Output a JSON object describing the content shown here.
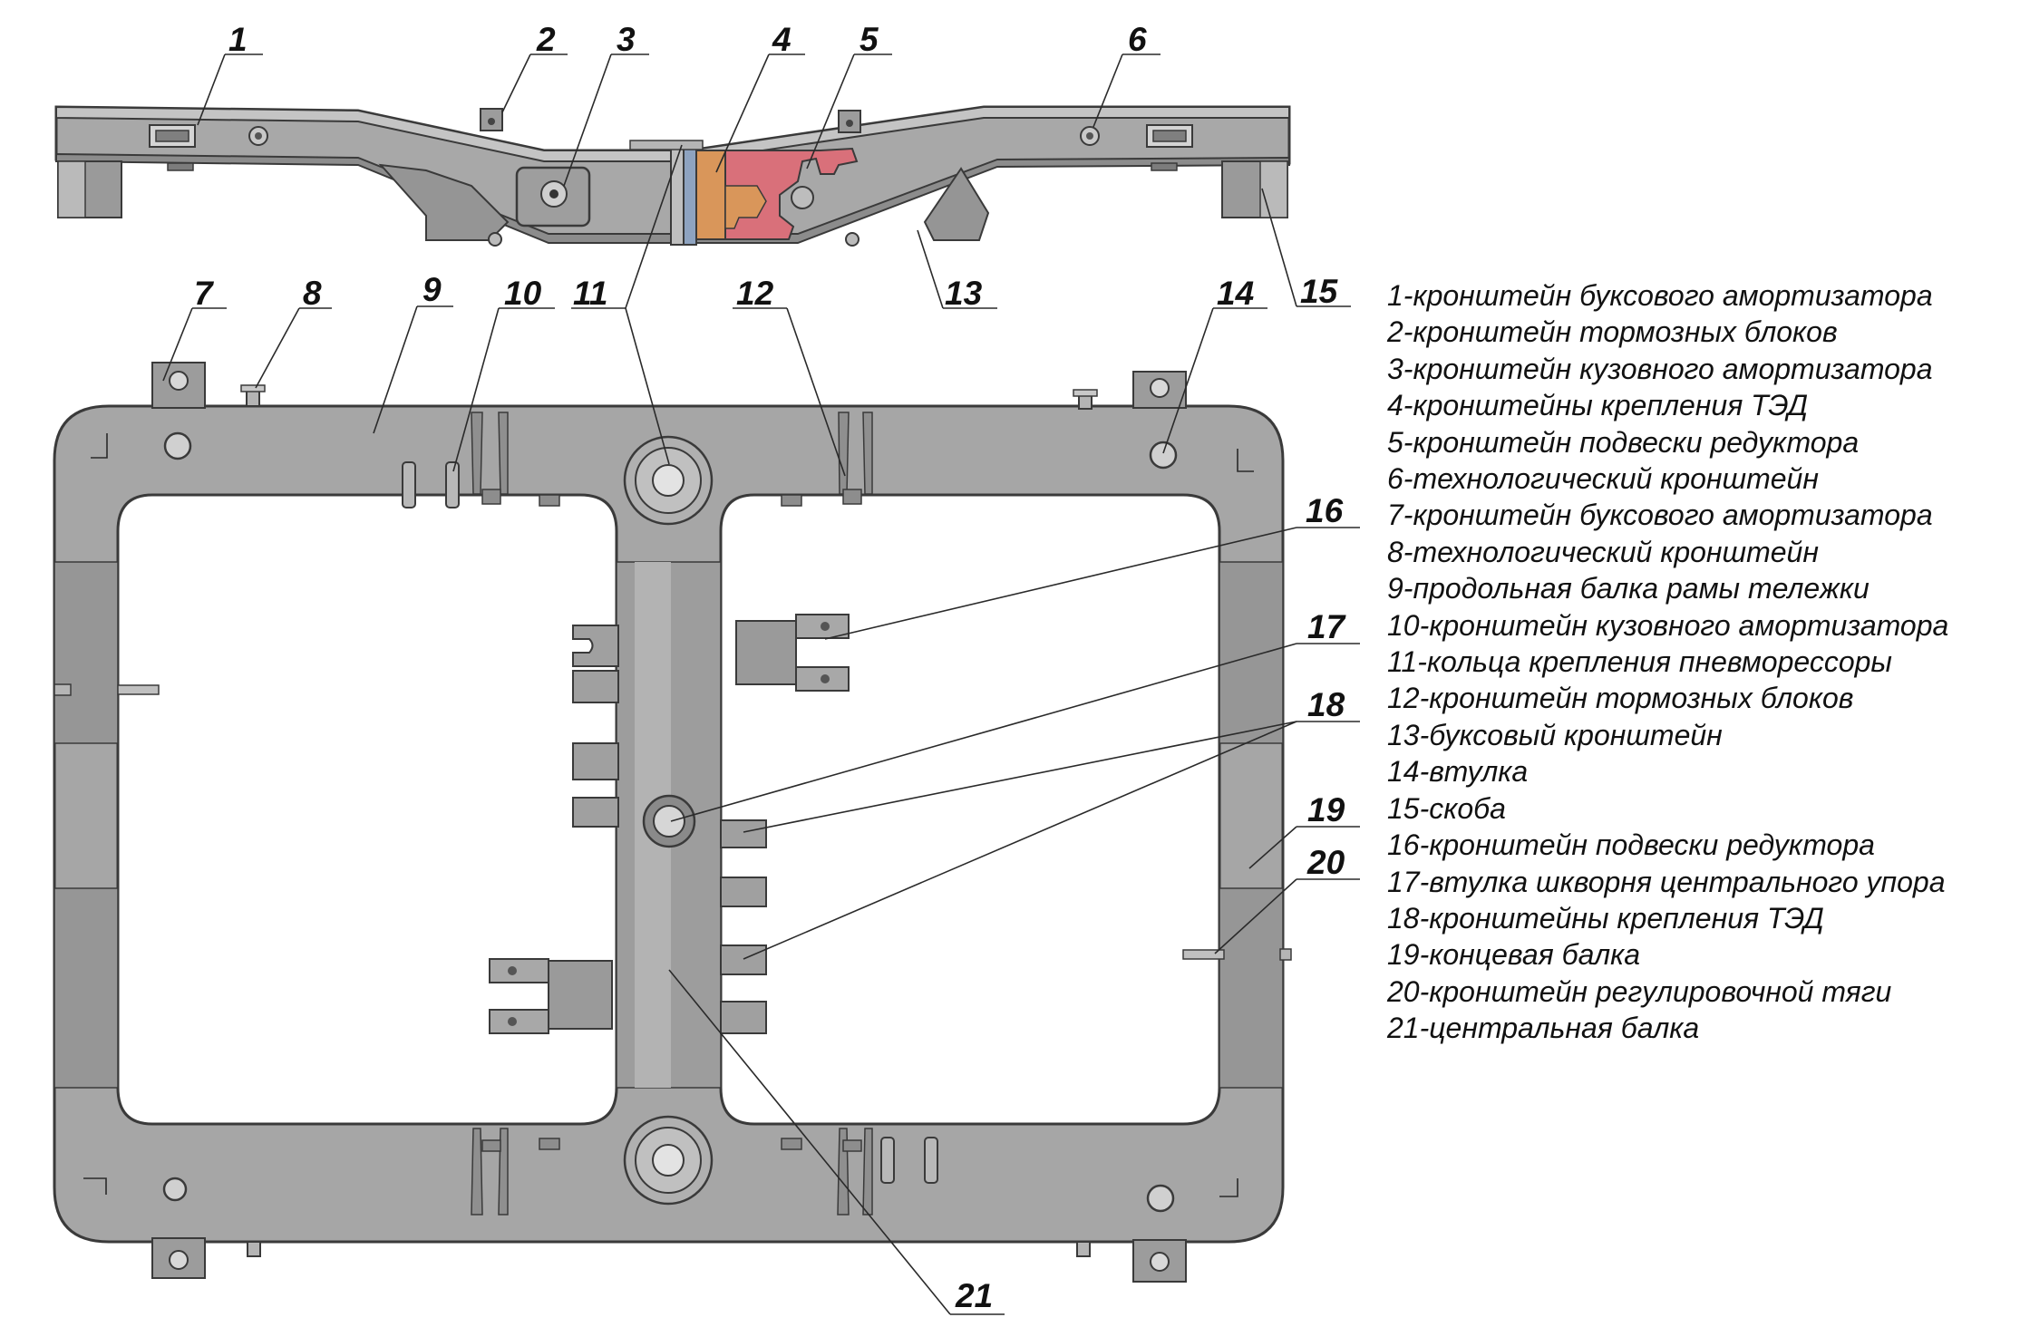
{
  "colors": {
    "frame": "#a6a6a6",
    "frame_light": "#bdbdbd",
    "frame_dark": "#8a8a8a",
    "outline": "#3a3a3a",
    "section_red": "#d9707a",
    "section_orange": "#d9965a"
  },
  "callouts": [
    "1",
    "2",
    "3",
    "4",
    "5",
    "6",
    "7",
    "8",
    "9",
    "10",
    "11",
    "12",
    "13",
    "14",
    "15",
    "16",
    "17",
    "18",
    "19",
    "20",
    "21"
  ],
  "legend": [
    "1-кронштейн буксового амортизатора",
    "2-кронштейн тормозных блоков",
    "3-кронштейн кузовного амортизатора",
    "4-кронштейны крепления ТЭД",
    "5-кронштейн подвески редуктора",
    "6-технологический кронштейн",
    "7-кронштейн буксового амортизатора",
    "8-технологический кронштейн",
    "9-продольная балка рамы тележки",
    "10-кронштейн кузовного амортизатора",
    "11-кольца крепления пневморессоры",
    "12-кронштейн тормозных блоков",
    "13-буксовый кронштейн",
    "14-втулка",
    "15-скоба",
    "16-кронштейн подвески редуктора",
    "17-втулка шкворня центрального упора",
    "18-кронштейны крепления ТЭД",
    "19-концевая балка",
    "20-кронштейн регулировочной тяги",
    "21-центральная балка"
  ]
}
